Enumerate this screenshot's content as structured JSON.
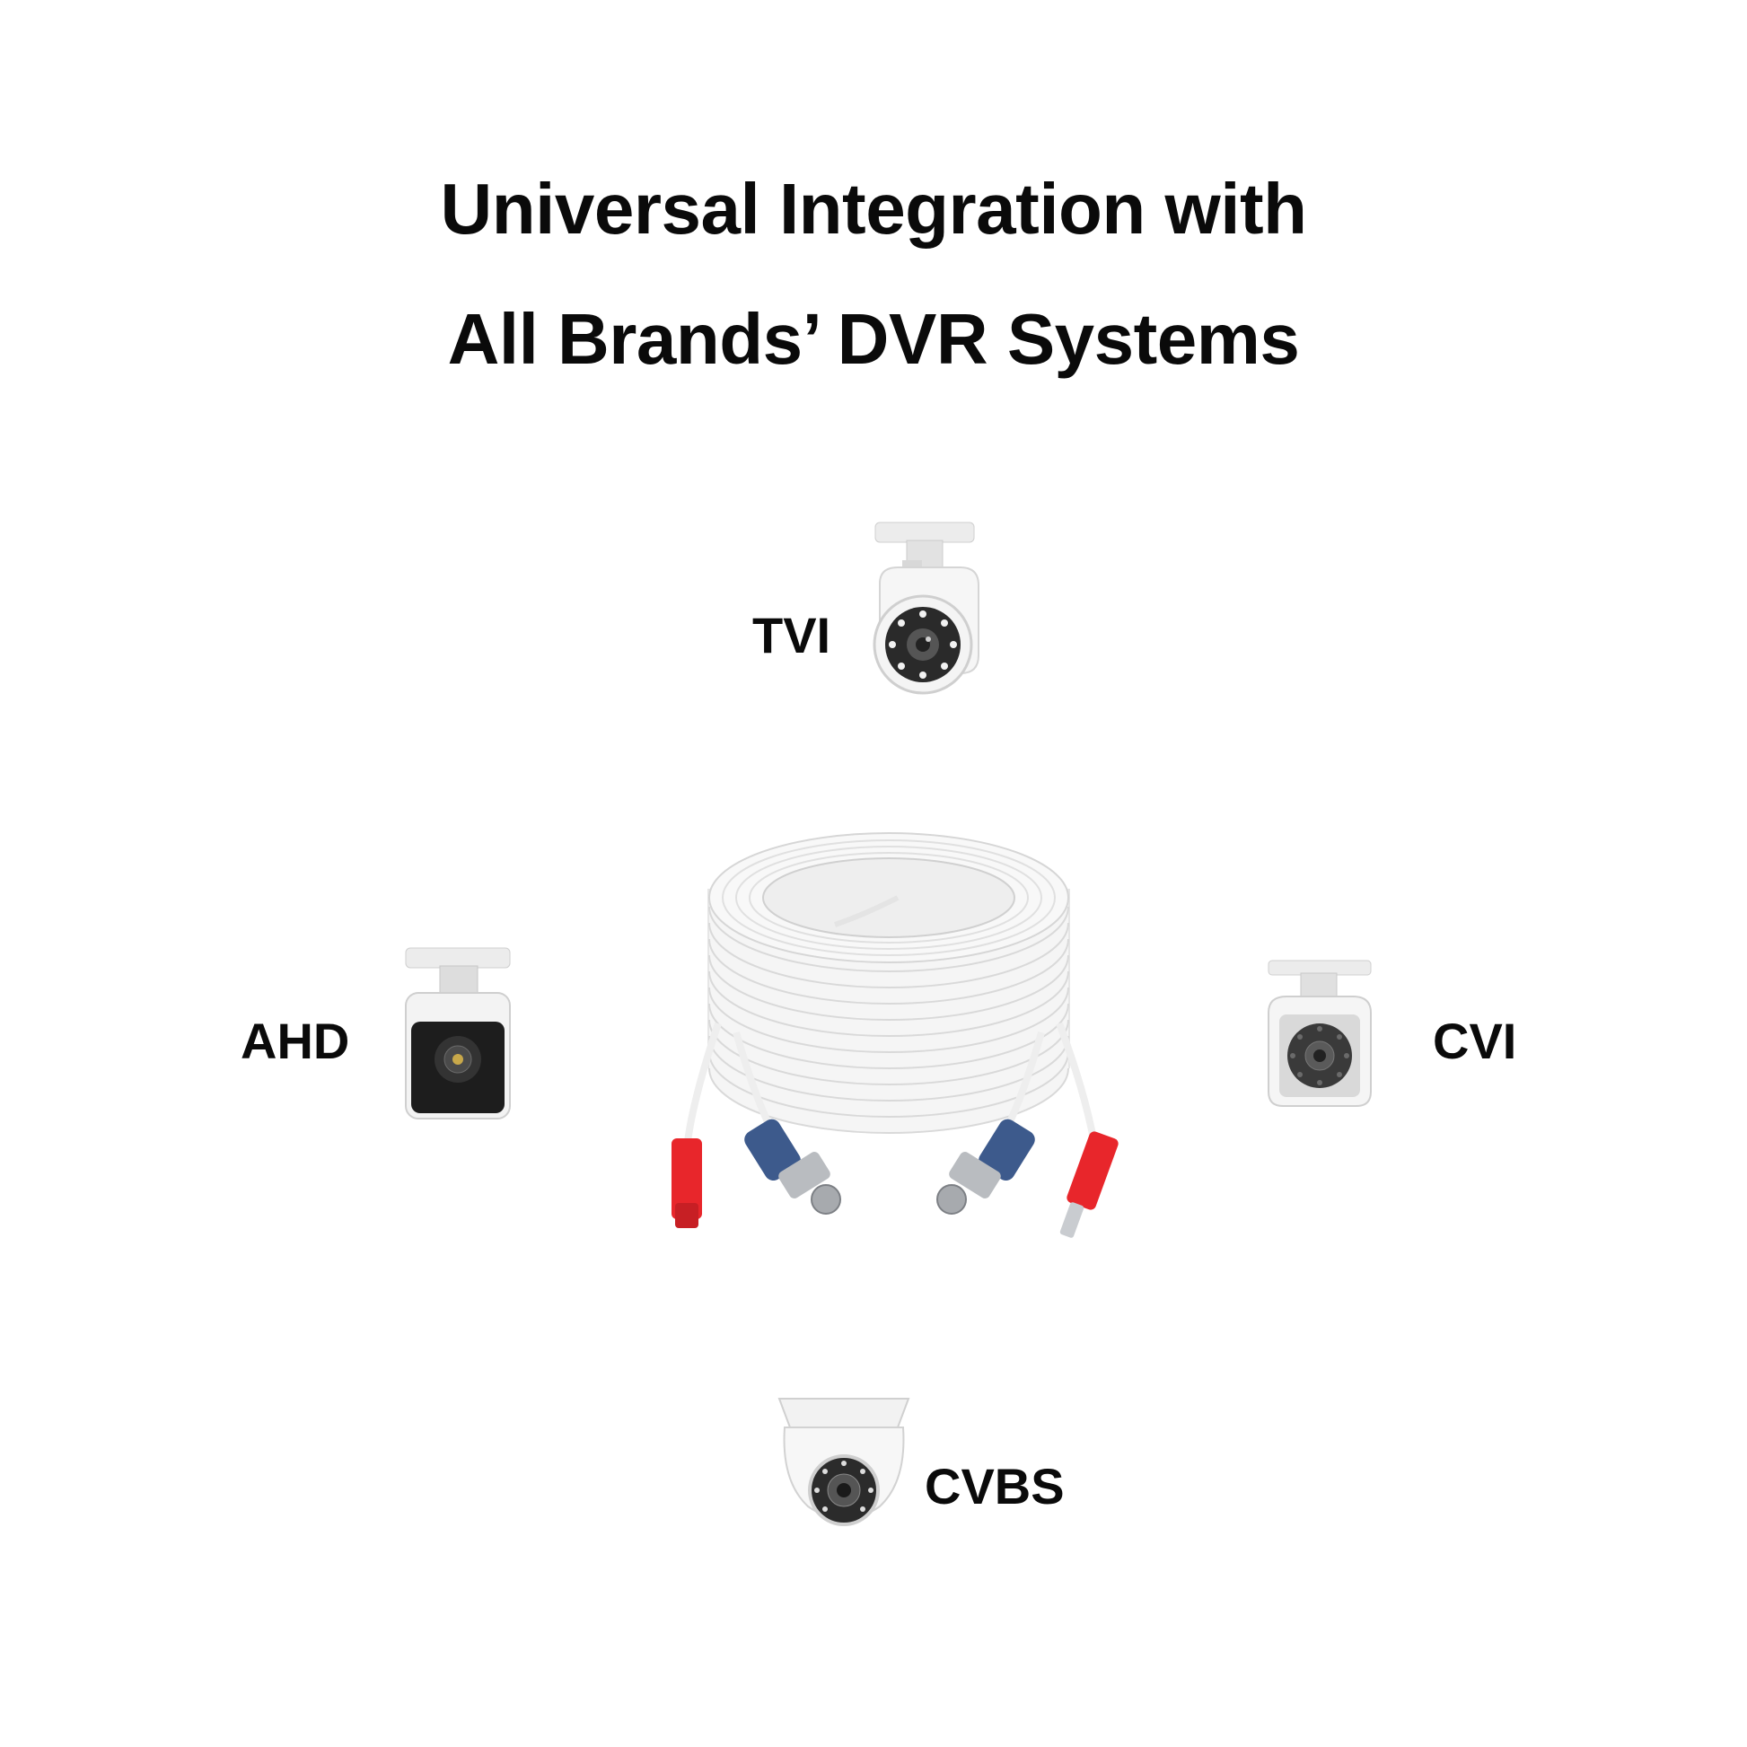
{
  "headline": {
    "line1": "Universal Integration with",
    "line2": "All Brands’ DVR Systems"
  },
  "cameras": [
    {
      "id": "tvi",
      "label": "TVI",
      "icon": "bullet-camera-white-icon"
    },
    {
      "id": "ahd",
      "label": "AHD",
      "icon": "bullet-camera-black-front-icon"
    },
    {
      "id": "cvi",
      "label": "CVI",
      "icon": "bullet-camera-ir-icon"
    },
    {
      "id": "cvbs",
      "label": "CVBS",
      "icon": "dome-camera-icon"
    }
  ],
  "product": {
    "icon": "coiled-cable-icon"
  },
  "colors": {
    "text": "#0a0a0a",
    "cable": "#f4f4f4",
    "power_connector": "#e8262b",
    "bnc_sleeve": "#3d5a8c",
    "metal": "#b9bcc0"
  }
}
